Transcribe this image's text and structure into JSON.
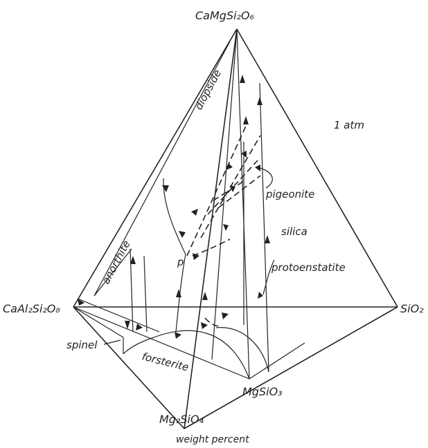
{
  "vertices": {
    "top": "CaMgSi₂O₆",
    "left": "CaAl₂Si₂O₈",
    "right": "SiO₂",
    "bottom": "Mg₂SiO₄"
  },
  "phases": {
    "diopside": "diopside",
    "anorthite": "anorthite",
    "spinel": "spinel",
    "forsterite": "forsterite",
    "pigeonite": "pigeonite",
    "silica": "silica",
    "protoenstatite": "protoenstatite"
  },
  "points": {
    "p": "p",
    "mgsio3": "MgSiO₃"
  },
  "conditions": {
    "pressure": "1 atm"
  },
  "caption": "weight percent"
}
